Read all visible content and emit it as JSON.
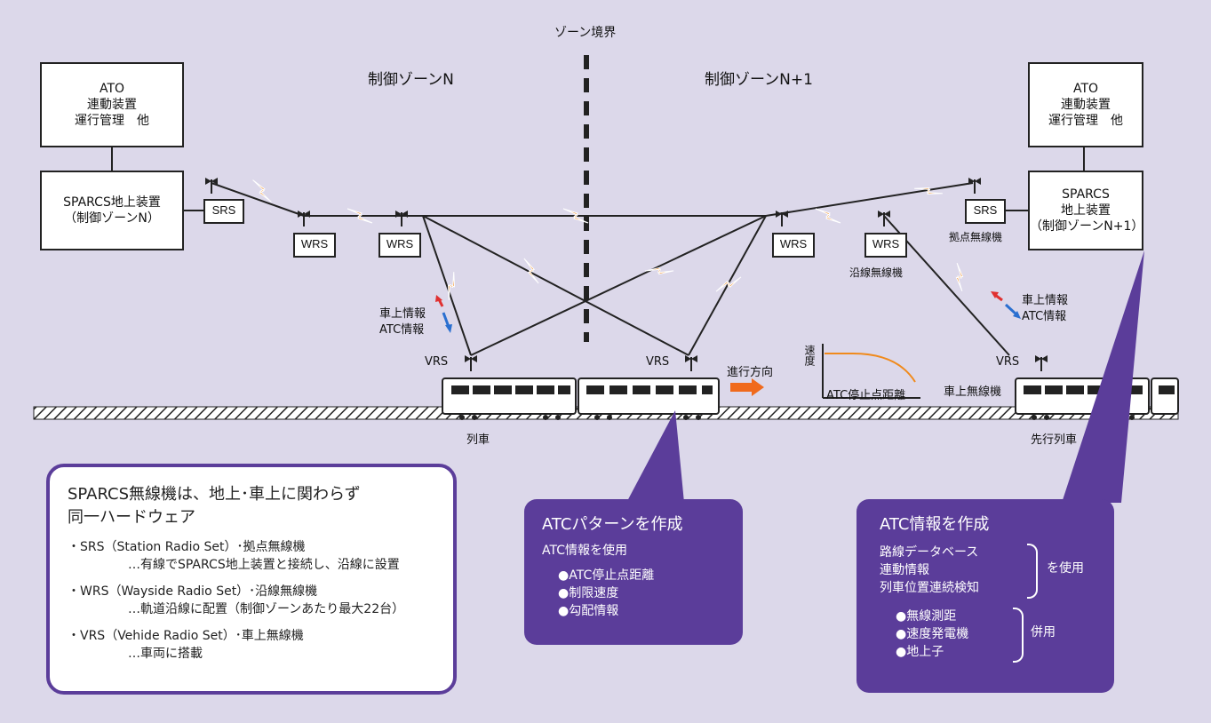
{
  "boundary": "ゾーン境界",
  "zone_n": "制御ゾーンN",
  "zone_n1": "制御ゾーンN+1",
  "left_ato": [
    "ATO",
    "連動装置",
    "運行管理　他"
  ],
  "left_ground": [
    "SPARCS地上装置",
    "（制御ゾーンN）"
  ],
  "right_ato": [
    "ATO",
    "連動装置",
    "運行管理　他"
  ],
  "right_ground": [
    "SPARCS",
    "地上装置",
    "（制御ゾーンN+1）"
  ],
  "srs": "SRS",
  "wrs": "WRS",
  "vrs": "VRS",
  "base_station": "拠点無線機",
  "wayside": "沿線無線機",
  "onboard": "車上無線機",
  "onboard_info": "車上情報",
  "atc_info": "ATC情報",
  "train": "列車",
  "leading_train": "先行列車",
  "direction": "進行方向",
  "graph_y": "速度",
  "graph_x": "ATC停止点距離",
  "note": {
    "heading1": "SPARCS無線機は、地上･車上に関わらず",
    "heading2": "同一ハードウェア",
    "items": [
      {
        "title": "・SRS（Station Radio Set）･拠点無線機",
        "desc": "…有線でSPARCS地上装置と接続し、沿線に設置"
      },
      {
        "title": "・WRS（Wayside Radio Set）･沿線無線機",
        "desc": "…軌道沿線に配置（制御ゾーンあたり最大22台）"
      },
      {
        "title": "・VRS（Vehide Radio Set）･車上無線機",
        "desc": "…車両に搭載"
      }
    ]
  },
  "pattern_panel": {
    "title": "ATCパターンを作成",
    "use": "ATC情報を使用",
    "bullets": [
      "●ATC停止点距離",
      "●制限速度",
      "●勾配情報"
    ]
  },
  "info_panel": {
    "title": "ATC情報を作成",
    "group1": [
      "路線データベース",
      "連動情報",
      "列車位置連続検知"
    ],
    "group1_label": "を使用",
    "group2": [
      "●無線測距",
      "●速度発電機",
      "●地上子"
    ],
    "group2_label": "併用"
  },
  "colors": {
    "panel": "#5b3d9a",
    "background": "#dcd8ea",
    "spark": "#f08a1c",
    "arrow_red": "#e03030",
    "arrow_blue": "#2a6fd0"
  }
}
